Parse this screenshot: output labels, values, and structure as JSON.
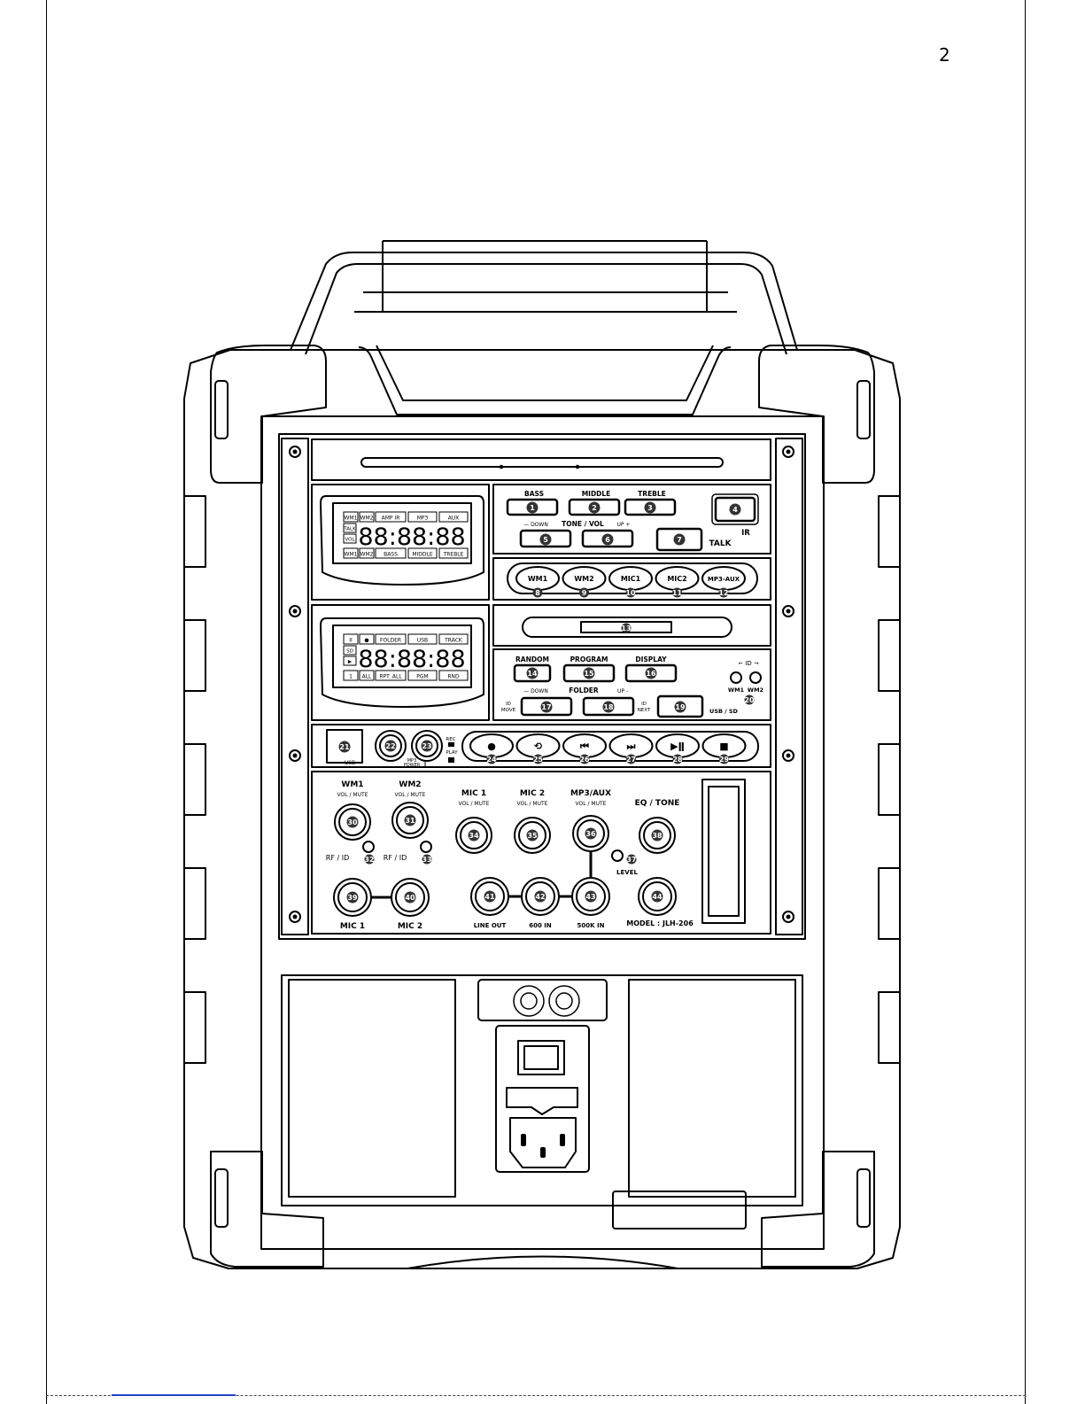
{
  "page": {
    "number": "2"
  },
  "top_panel": {
    "tone_labels": [
      "BASS",
      "MIDDLE",
      "TREBLE"
    ],
    "tone_numbers": [
      "1",
      "2",
      "3"
    ],
    "ir_number": "4",
    "ir_label": "IR",
    "down_label": "— DOWN",
    "tone_vol_label": "TONE / VOL",
    "up_label": "UP +",
    "vol_numbers": [
      "5",
      "6"
    ],
    "talk_number": "7",
    "talk_label": "TALK",
    "lcd1_top": [
      "WM1",
      "WM2",
      "AMP IR",
      "MP3",
      "AUX"
    ],
    "lcd1_side": [
      "TALK",
      "VOL"
    ],
    "lcd1_bottom": [
      "WM1",
      "WM2",
      "BASS",
      "MIDDLE",
      "TREBLE"
    ],
    "lcd_digits": "88:88:88",
    "source_buttons": [
      {
        "label": "WM1",
        "number": "8"
      },
      {
        "label": "WM2",
        "number": "9"
      },
      {
        "label": "MIC1",
        "number": "10"
      },
      {
        "label": "MIC2",
        "number": "11"
      },
      {
        "label": "MP3-AUX",
        "number": "12"
      }
    ]
  },
  "player_panel": {
    "slot_number": "13",
    "lcd2_top": [
      "II",
      "●",
      "FOLDER",
      "USB",
      "TRACK"
    ],
    "lcd2_side": [
      "SD",
      "▶"
    ],
    "lcd2_bottom": [
      "1",
      "ALL",
      "RPT. ALL",
      "PGM",
      "RND"
    ],
    "mode_labels": [
      "RANDOM",
      "PROGRAM",
      "DISPLAY"
    ],
    "mode_numbers": [
      "14",
      "15",
      "16"
    ],
    "id_label": "ID",
    "id_leds": [
      {
        "label": "WM1"
      },
      {
        "label": "WM2"
      }
    ],
    "id_number": "20",
    "folder_down": "— DOWN",
    "folder_label": "FOLDER",
    "folder_up": "UP -",
    "id_move": [
      "ID",
      "MOVE"
    ],
    "id_next": [
      "ID",
      "NEXT"
    ],
    "folder_numbers": [
      "17",
      "18"
    ],
    "usbsd_number": "19",
    "usbsd_label": "USB / SD"
  },
  "transport_panel": {
    "usb_number": "21",
    "usb_label": "USB",
    "knob_numbers": [
      "22",
      "23"
    ],
    "mp3_power": [
      "MP3",
      "POWER"
    ],
    "rec_label": "REC",
    "play_label": "PLAY",
    "buttons": [
      {
        "icon": "record-icon",
        "glyph": "●",
        "number": "24"
      },
      {
        "icon": "repeat-icon",
        "glyph": "⟲",
        "number": "25"
      },
      {
        "icon": "previous-icon",
        "glyph": "⏮",
        "number": "26"
      },
      {
        "icon": "next-icon",
        "glyph": "⏭",
        "number": "27"
      },
      {
        "icon": "play-pause-icon",
        "glyph": "▶ǁ",
        "number": "28"
      },
      {
        "icon": "stop-icon",
        "glyph": "■",
        "number": "29"
      }
    ]
  },
  "mixer_panel": {
    "knobs": [
      {
        "title": "WM1",
        "sub": "VOL / MUTE",
        "number": "30"
      },
      {
        "title": "WM2",
        "sub": "VOL / MUTE",
        "number": "31"
      },
      {
        "title": "MIC 1",
        "sub": "VOL / MUTE",
        "number": "34"
      },
      {
        "title": "MIC 2",
        "sub": "VOL / MUTE",
        "number": "35"
      },
      {
        "title": "MP3/AUX",
        "sub": "VOL / MUTE",
        "number": "36"
      },
      {
        "title": "EQ / TONE",
        "sub": "",
        "number": "38"
      }
    ],
    "rfid_label": "RF / ID",
    "rfid_numbers": [
      "32",
      "33"
    ],
    "level_number": "37",
    "level_label": "LEVEL",
    "jacks": [
      {
        "number": "39",
        "label": "MIC 1"
      },
      {
        "number": "40",
        "label": "MIC 2"
      },
      {
        "number": "41",
        "label": "LINE OUT"
      },
      {
        "number": "42",
        "label": "600 IN"
      },
      {
        "number": "43",
        "label": "500K IN"
      },
      {
        "number": "44",
        "label": ""
      }
    ],
    "model": "MODEL : JLH-206"
  }
}
